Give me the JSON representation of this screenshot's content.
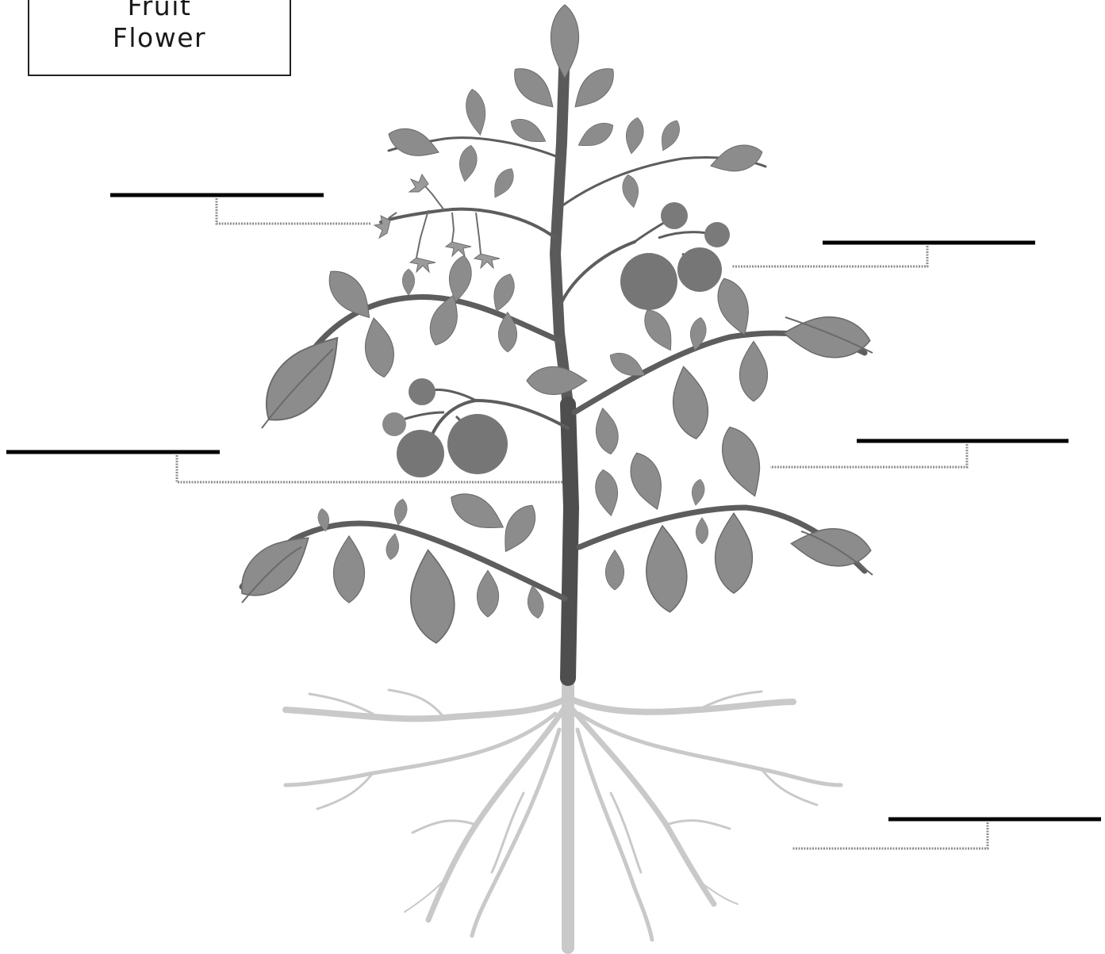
{
  "word_bank": {
    "words": [
      "Fruit",
      "Flower"
    ]
  },
  "labels": [
    {
      "id": "flower",
      "answer": ""
    },
    {
      "id": "fruit-top",
      "answer": ""
    },
    {
      "id": "fruit-left",
      "answer": ""
    },
    {
      "id": "leaf",
      "answer": ""
    },
    {
      "id": "root",
      "answer": ""
    }
  ],
  "colors": {
    "leaf": "#8c8c8c",
    "leaf_vein": "#6a6a6a",
    "stem": "#5a5a5a",
    "stem_dark": "#4a4a4a",
    "fruit": "#7a7a7a",
    "root": "#c6c6c6",
    "blank_line": "#000000",
    "leader": "#9a9a9a"
  }
}
